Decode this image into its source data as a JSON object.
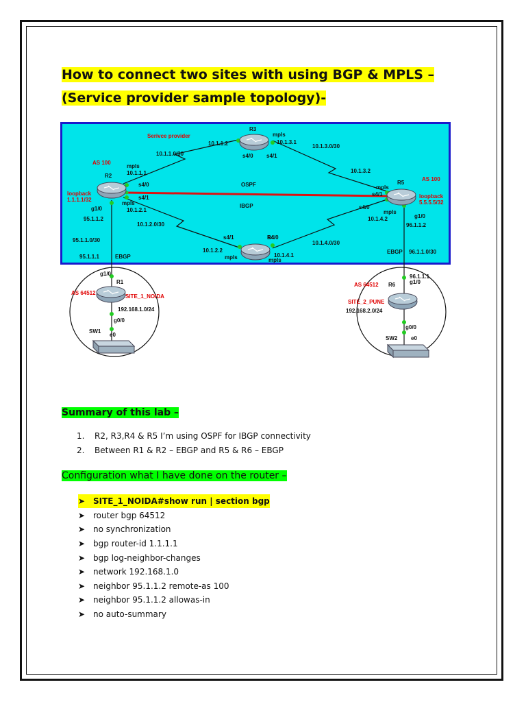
{
  "title": "How to connect two sites with using BGP & MPLS – (Service provider sample topology)-",
  "diagram": {
    "labels": {
      "service_provider": "Serivce provider",
      "as100_left": "AS 100",
      "as100_right": "AS 100",
      "r2": "R2",
      "r3": "R3",
      "r4": "R4",
      "r5": "R5",
      "r1": "R1",
      "r6": "R6",
      "sw1": "SW1",
      "sw2": "SW2",
      "loopback_r2": "loopback",
      "loopback_r2_ip": "1.1.1.1/32",
      "loopback_r5": "loopback",
      "loopback_r5_ip": "5.5.5.5/32",
      "net_r2_r3": "10.1.1.0/30",
      "ip_r3_left": "10.1.1.2",
      "mpls_r3": "mpls",
      "ip_r3_right": "10.1.3.1",
      "net_r3_r5": "10.1.3.0/30",
      "s40_r3": "s4/0",
      "s41_r3": "s4/1",
      "mpls_r2_top": "mpls",
      "ip_r2_top": "10.1.1.1",
      "s40_r2": "s4/0",
      "s41_r2": "s4/1",
      "mpls_r2_bot": "mpls",
      "ip_r2_bot": "10.1.2.1",
      "ospf": "OSPF",
      "ibgp": "IBGP",
      "ip_r5_top": "10.1.3.2",
      "mpls_r5": "mpls",
      "s41_r5": "s4/1",
      "s40_r5": "s4/0",
      "mpls_r5_bot": "mpls",
      "ip_r5_bot": "10.1.4.2",
      "g10_r5": "g1/0",
      "ip_r5_g": "96.1.1.2",
      "g10_r2": "g1/0",
      "ip_r2_g": "95.1.1.2",
      "net_r2_r4": "10.1.2.0/30",
      "s41_r4": "s4/1",
      "s40_r4": "s4/0",
      "ip_r4_left": "10.1.2.2",
      "mpls_r4_left": "mpls",
      "ip_r4_right": "10.1.4.1",
      "mpls_r4_right": "mpls",
      "net_r4_r5": "10.1.4.0/30",
      "net_r1_r2": "95.1.1.0/30",
      "ip_r1": "95.1.1.1",
      "ebgp_left": "EBGP",
      "ebgp_right": "EBGP",
      "net_r5_r6": "96.1.1.0/30",
      "g10_r1": "g1/0",
      "as64512_left": "AS 64512",
      "site1": "SITE_1_NOIDA",
      "lan1": "192.168.1.0/24",
      "g00_r1": "g0/0",
      "e0_sw1": "e0",
      "as64512_right": "AS 64512",
      "ip_r6": "96.1.1.1",
      "g10_r6": "g1/0",
      "site2": "SITE_2_PUNE",
      "lan2": "192.168.2.0/24",
      "g00_r6": "g0/0",
      "e0_sw2": "e0"
    }
  },
  "summary": {
    "heading": "Summary of this lab –",
    "items": [
      {
        "num": "1.",
        "text": "R2, R3,R4 & R5 I’m using OSPF for IBGP connectivity"
      },
      {
        "num": "2.",
        "text": "Between R1 & R2 – EBGP and R5 & R6 – EBGP"
      }
    ]
  },
  "config": {
    "heading": "Configuration what I have done on the router –",
    "lines": [
      "SITE_1_NOIDA#show run | section bgp",
      "router bgp 64512",
      "no synchronization",
      "bgp router-id 1.1.1.1",
      "bgp log-neighbor-changes",
      "network 192.168.1.0",
      "neighbor 95.1.1.2 remote-as 100",
      "neighbor 95.1.1.2 allowas-in",
      "no auto-summary"
    ]
  },
  "colors": {
    "highlight_yellow": "#ffff00",
    "highlight_green": "#00ff00",
    "diagram_bg": "#00e4ea",
    "diagram_border": "#1a1acc",
    "ibgp_link": "#dd1111",
    "label_red": "#e00000"
  },
  "icons": [
    "router-icon",
    "switch-icon",
    "arrow-bullet-icon"
  ]
}
